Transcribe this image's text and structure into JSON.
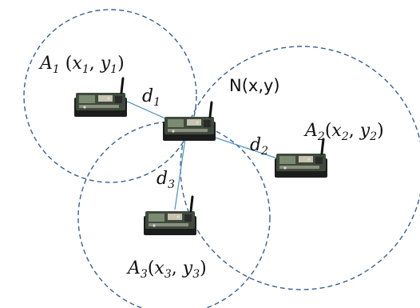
{
  "anchors": [
    {
      "name": "A",
      "sub": "1",
      "x": "x",
      "xs": "1",
      "y": "y",
      "ys": "1"
    },
    {
      "name": "A",
      "sub": "2",
      "x": "x",
      "xs": "2",
      "y": "y",
      "ys": "2"
    },
    {
      "name": "A",
      "sub": "3",
      "x": "x",
      "xs": "3",
      "y": "y",
      "ys": "3"
    }
  ],
  "node_label": "N(x,y)",
  "distances": [
    {
      "name": "d",
      "sub": "1"
    },
    {
      "name": "d",
      "sub": "2"
    },
    {
      "name": "d",
      "sub": "3"
    }
  ],
  "colors": {
    "circle": "#3a5f93",
    "line": "#4a8fc7",
    "board": "#3e4a3c",
    "board_base": "#1c1c1c",
    "text": "#111111"
  },
  "icons": {
    "sensor": "wireless-sensor-node-icon"
  }
}
